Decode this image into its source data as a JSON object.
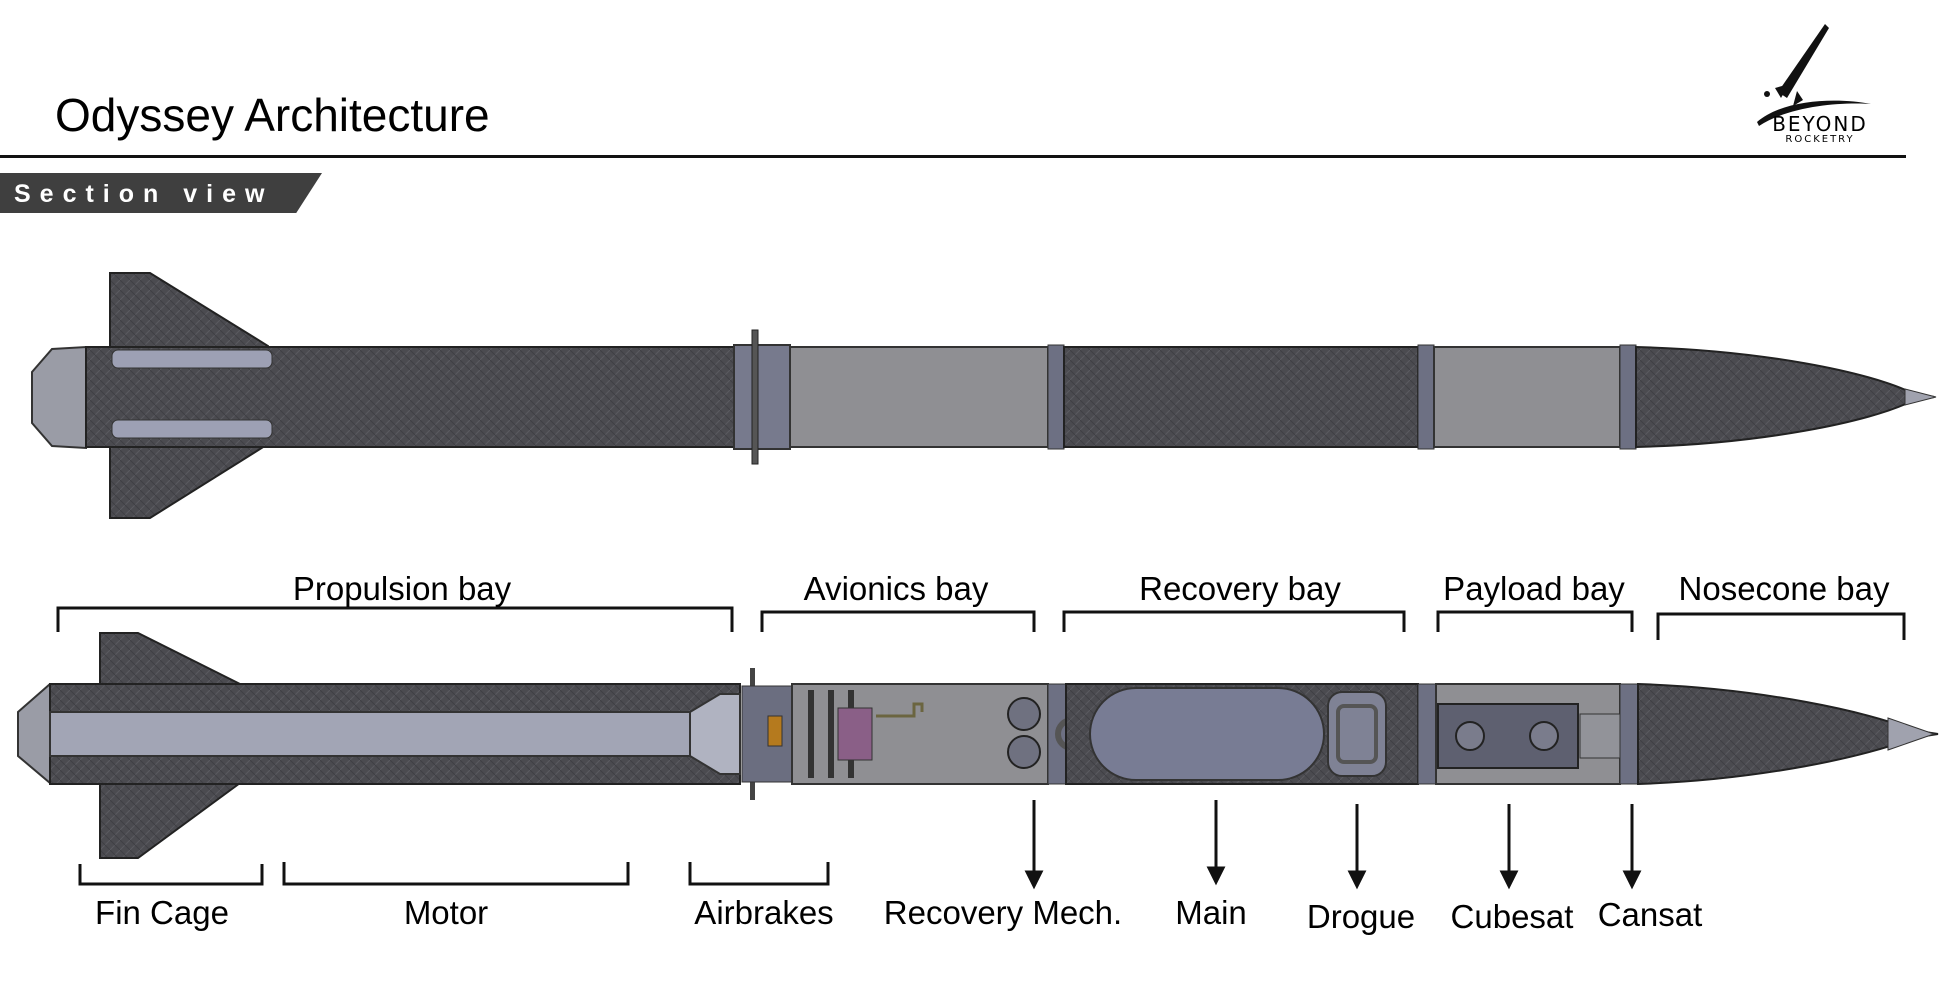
{
  "header": {
    "title": "Odyssey Architecture",
    "section_tag": "Section view"
  },
  "logo": {
    "name": "BEYOND",
    "subtitle": "ROCKETRY",
    "icon": "rocket-logo-icon"
  },
  "diagram": {
    "views": [
      "exterior-view",
      "section-view"
    ],
    "bays": [
      {
        "id": "propulsion",
        "label": "Propulsion bay"
      },
      {
        "id": "avionics",
        "label": "Avionics bay"
      },
      {
        "id": "recovery",
        "label": "Recovery bay"
      },
      {
        "id": "payload",
        "label": "Payload bay"
      },
      {
        "id": "nosecone",
        "label": "Nosecone bay"
      }
    ],
    "components": [
      {
        "id": "fin-cage",
        "label": "Fin Cage"
      },
      {
        "id": "motor",
        "label": "Motor"
      },
      {
        "id": "airbrakes",
        "label": "Airbrakes"
      },
      {
        "id": "recovery-mech",
        "label": "Recovery Mech."
      },
      {
        "id": "main",
        "label": "Main"
      },
      {
        "id": "drogue",
        "label": "Drogue"
      },
      {
        "id": "cubesat",
        "label": "Cubesat"
      },
      {
        "id": "cansat",
        "label": "Cansat"
      }
    ]
  },
  "colors": {
    "carbon": "#4a4a4f",
    "grey_section": "#8e8e92",
    "coupler": "#6d7083",
    "text": "#000000"
  }
}
